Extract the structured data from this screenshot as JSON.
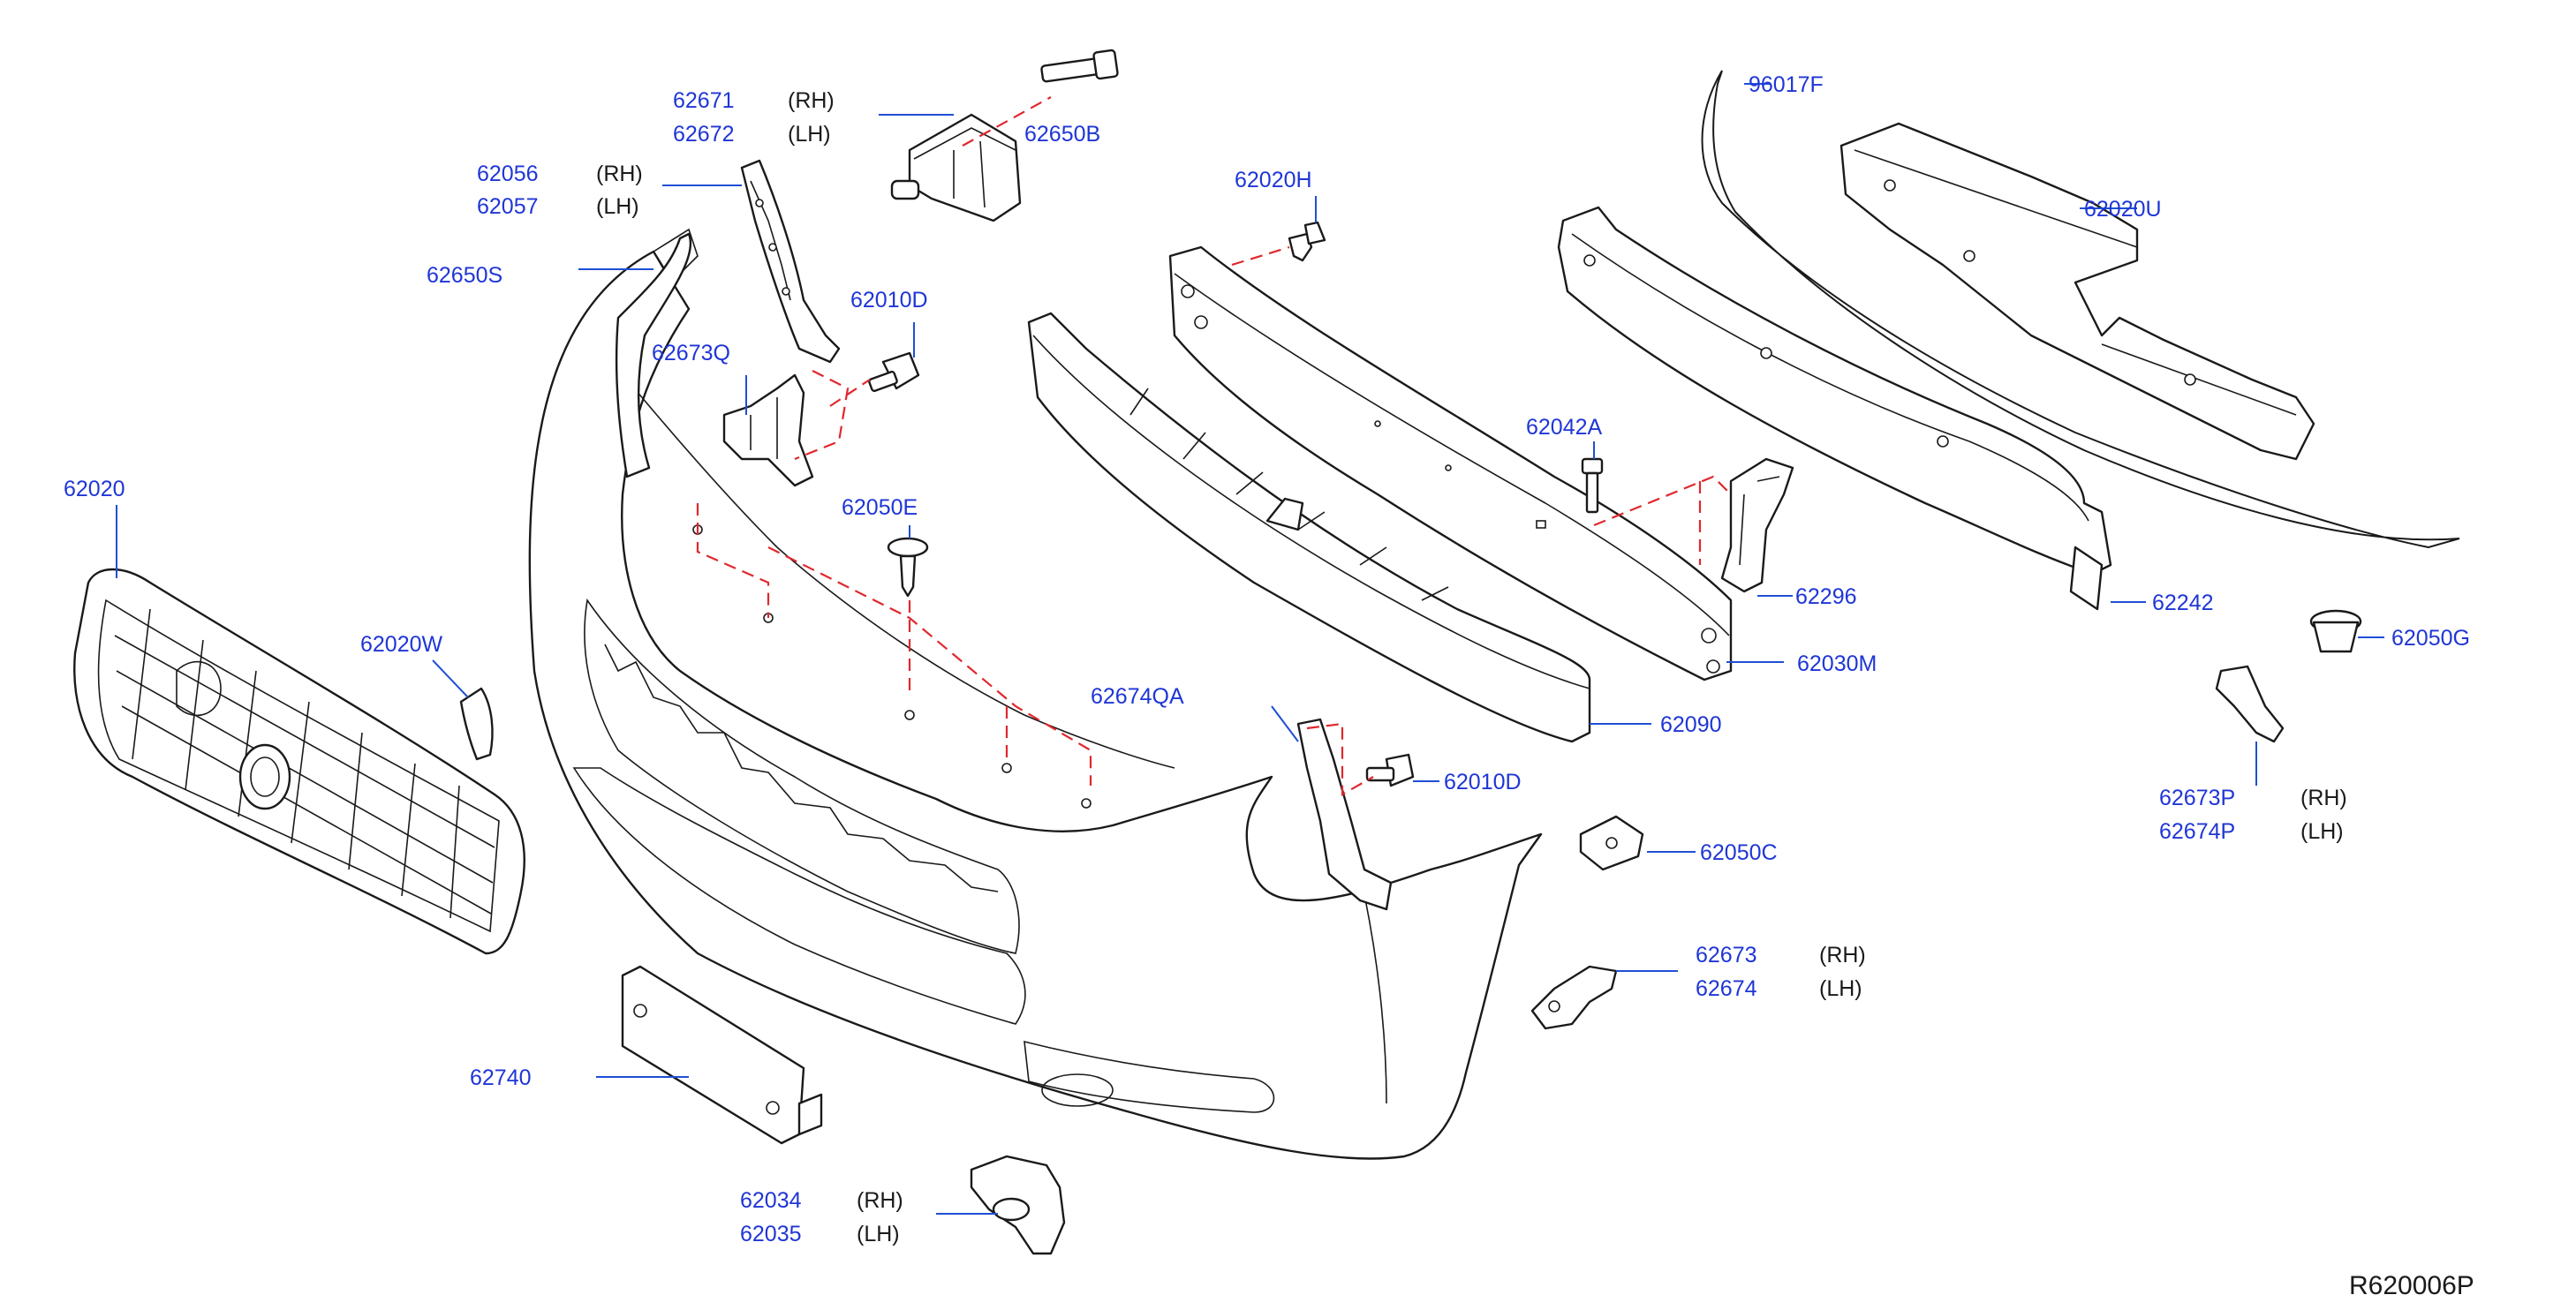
{
  "labels": {
    "p62671": "62671",
    "p62671_side": "(RH)",
    "p62672": "62672",
    "p62672_side": "(LH)",
    "p62650B": "62650B",
    "p62056": "62056",
    "p62056_side": "(RH)",
    "p62057": "62057",
    "p62057_side": "(LH)",
    "p62650S": "62650S",
    "p62010D_top": "62010D",
    "p62673Q": "62673Q",
    "p62020": "62020",
    "p62050E": "62050E",
    "p62020W": "62020W",
    "p62020H": "62020H",
    "p96017F": "96017F",
    "p62020U": "62020U",
    "p62042A": "62042A",
    "p62296": "62296",
    "p62242": "62242",
    "p62050G": "62050G",
    "p62030M": "62030M",
    "p62090": "62090",
    "p62674QA": "62674QA",
    "p62010D_bottom": "62010D",
    "p62050C": "62050C",
    "p62673P": "62673P",
    "p62673P_side": "(RH)",
    "p62674P": "62674P",
    "p62674P_side": "(LH)",
    "p62673": "62673",
    "p62673_side": "(RH)",
    "p62674": "62674",
    "p62674_side": "(LH)",
    "p62740": "62740",
    "p62034": "62034",
    "p62034_side": "(RH)",
    "p62035": "62035",
    "p62035_side": "(LH)",
    "diagram_code": "R620006P"
  },
  "colors": {
    "part_number": "#1f36d6",
    "leader_line": "#1f4fd6",
    "assembly_dash": "#e0282d",
    "outline": "#1a1a1a"
  }
}
